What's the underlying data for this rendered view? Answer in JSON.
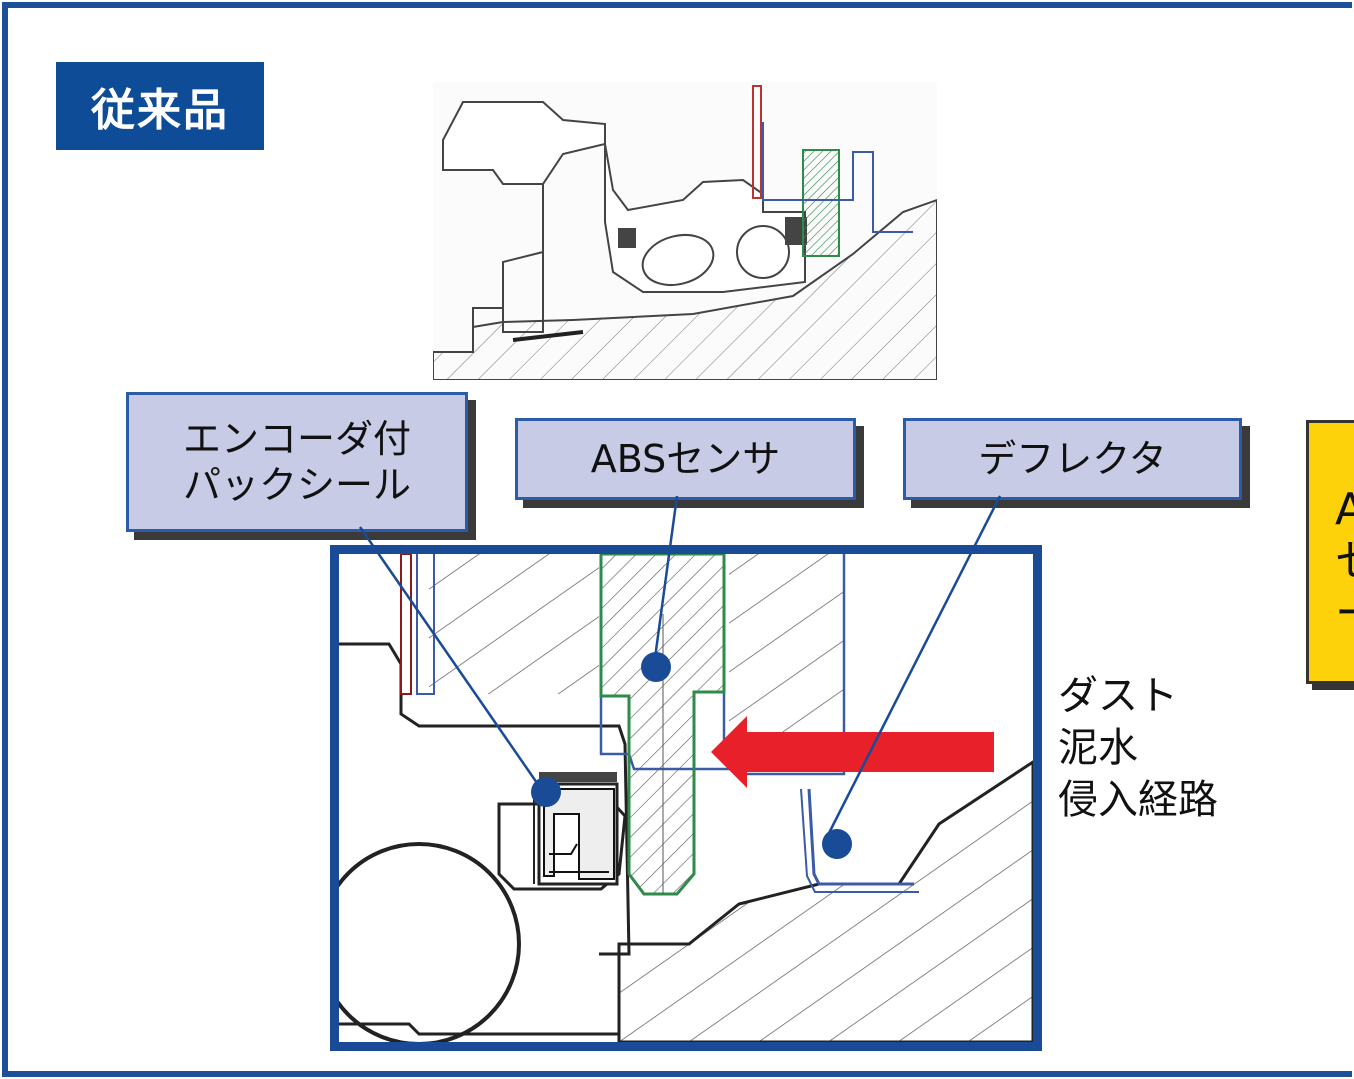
{
  "badge": {
    "title": "従来品"
  },
  "callouts": {
    "encoder_seal": {
      "line1": "エンコーダ付",
      "line2": "パックシール"
    },
    "abs_sensor": {
      "label": "ABSセンサ"
    },
    "deflector": {
      "label": "デフレクタ"
    }
  },
  "side_label": {
    "line1": "ダスト",
    "line2": "泥水",
    "line3": "侵入経路"
  },
  "yellow_box": {
    "line1": "A",
    "line2": "セ",
    "line3": "ー"
  },
  "colors": {
    "frame": "#1e4f9a",
    "badge": "#0f4c97",
    "callout_fill": "#c8cbe6",
    "arrow": "#e8202a",
    "highlight": "#fed20a",
    "sensor_outline": "#2e8b4a"
  }
}
